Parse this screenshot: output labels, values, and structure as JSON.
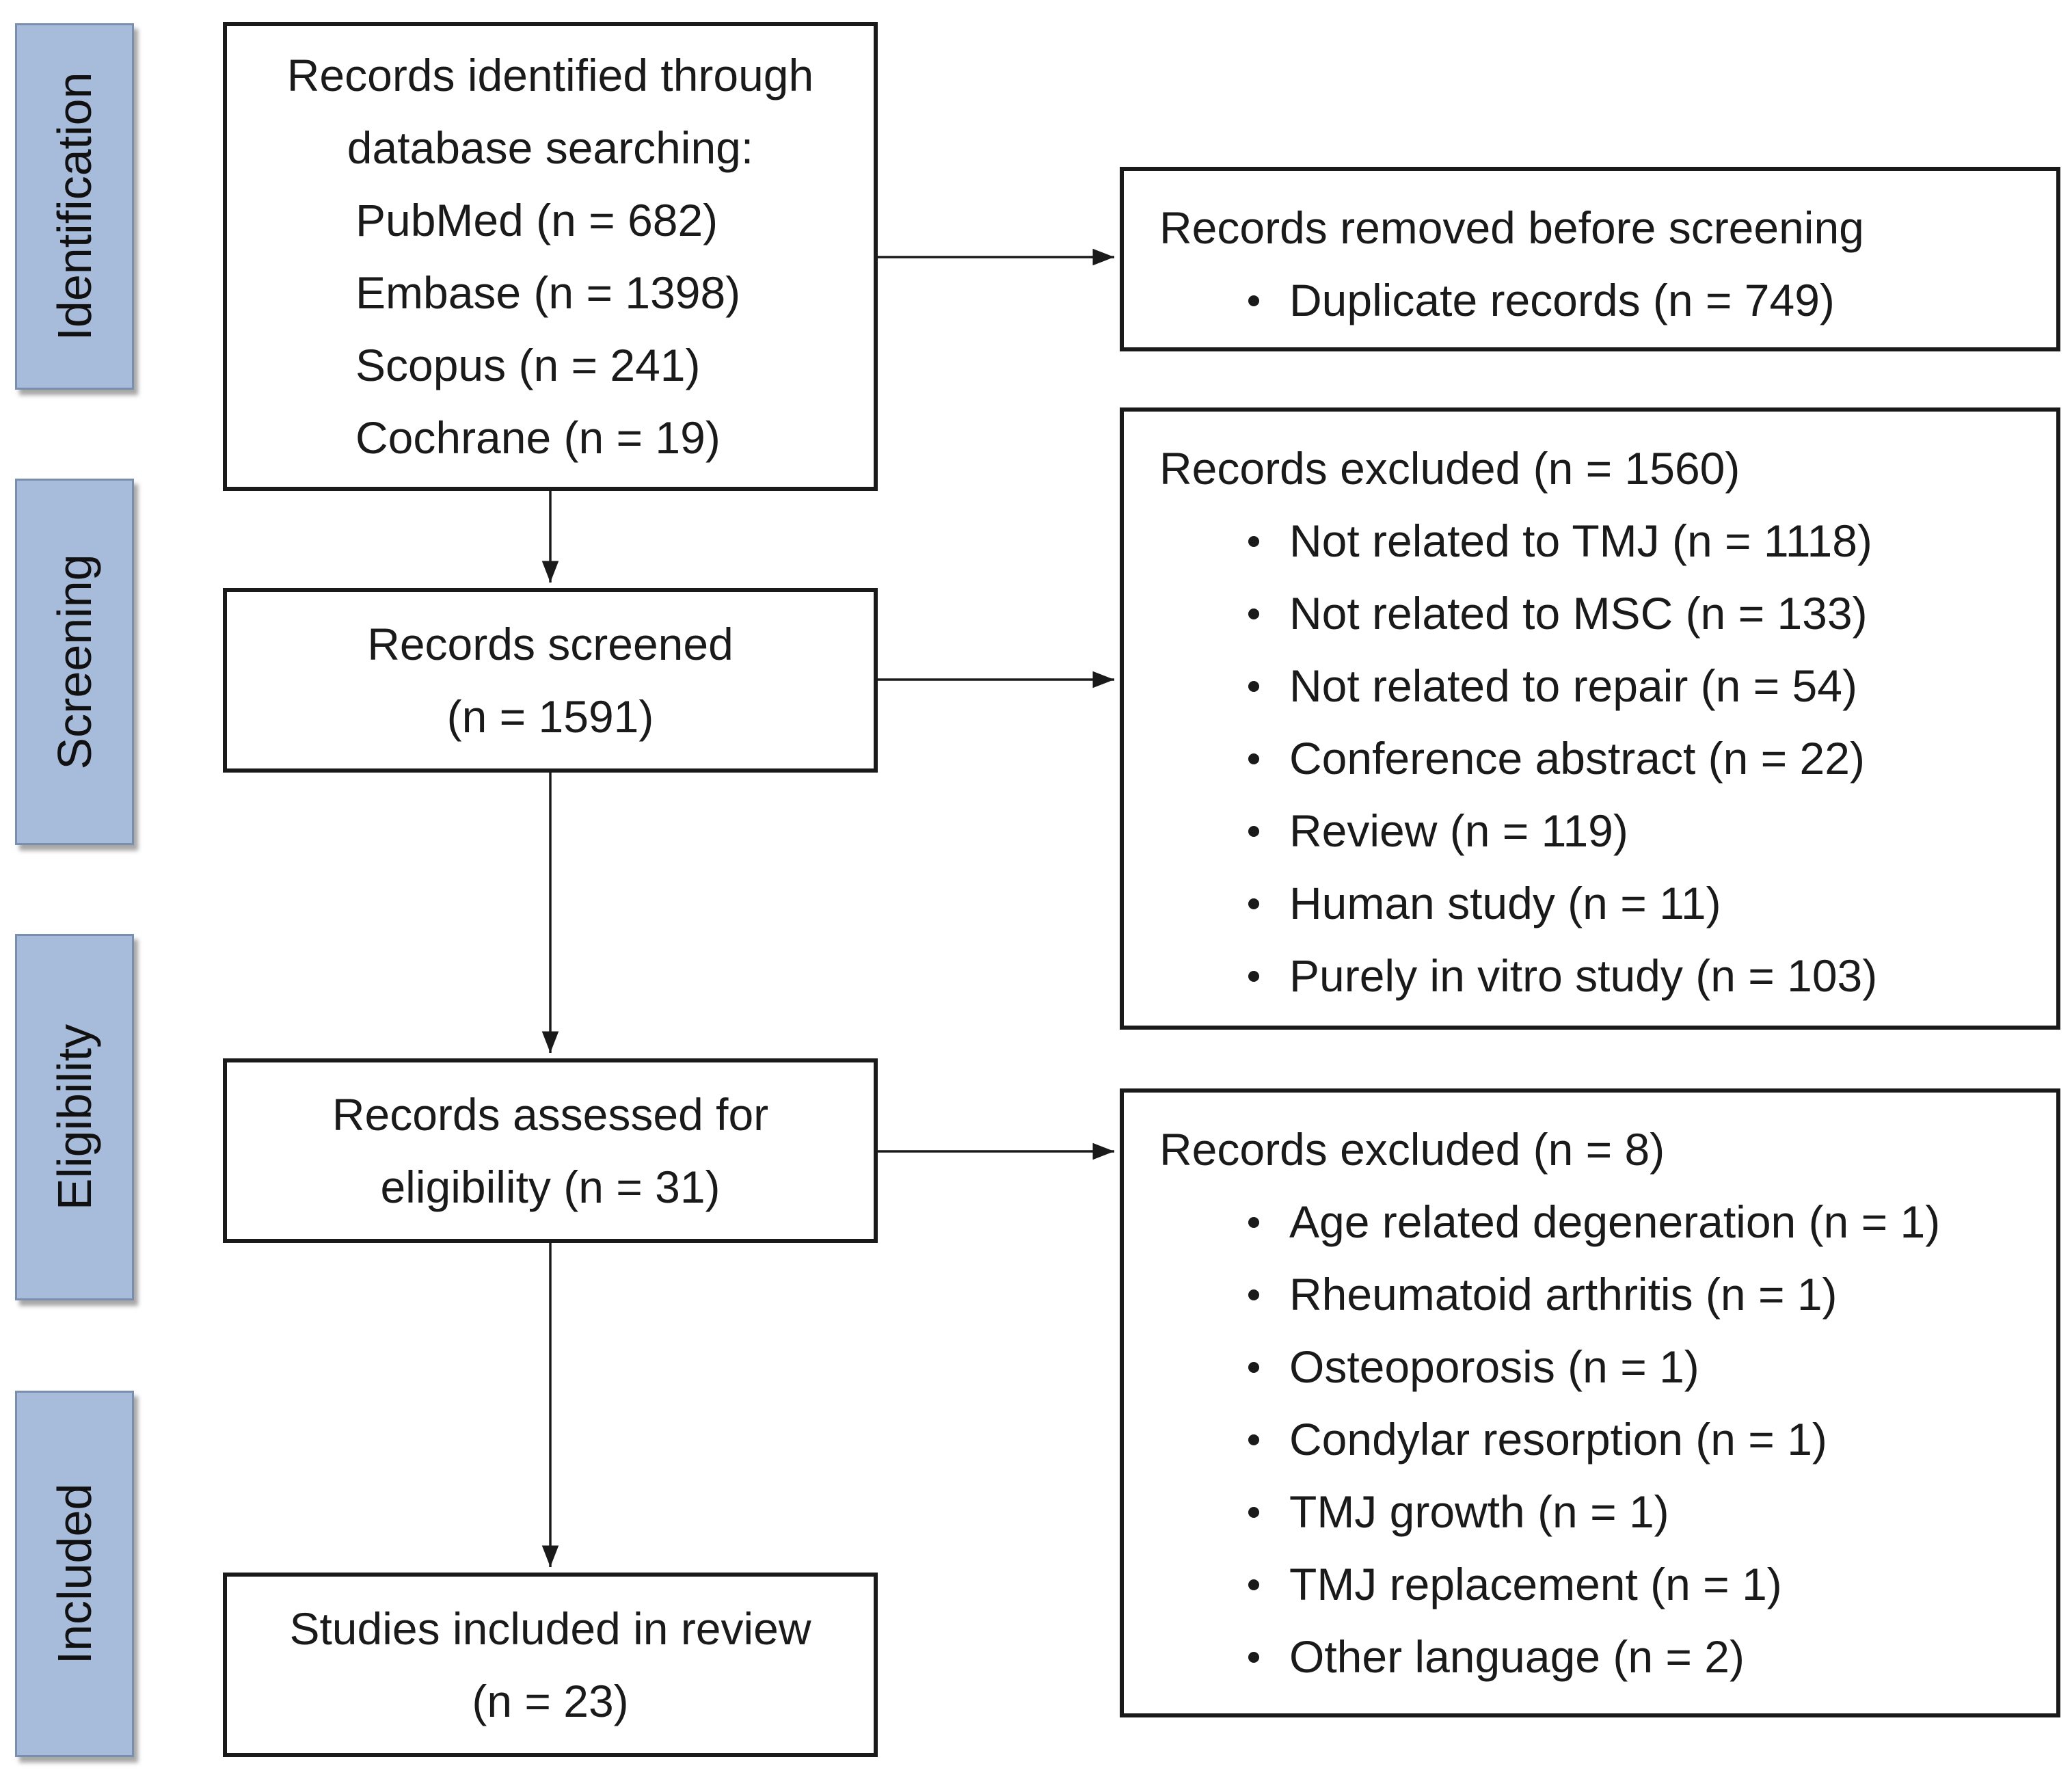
{
  "phases": {
    "identification": "Identification",
    "screening": "Screening",
    "eligibility": "Eligibility",
    "included": "Included"
  },
  "identified": {
    "title_line1": "Records identified through",
    "title_line2": "database searching:",
    "sources": [
      "PubMed (n = 682)",
      "Embase (n = 1398)",
      "Scopus (n = 241)",
      "Cochrane (n = 19)"
    ]
  },
  "removed": {
    "title": "Records removed before screening",
    "items": [
      "Duplicate records (n = 749)"
    ]
  },
  "screened": {
    "line1": "Records screened",
    "line2": "(n = 1591)"
  },
  "excluded_screening": {
    "title": "Records excluded (n = 1560)",
    "items": [
      "Not related to TMJ (n = 1118)",
      "Not related to MSC (n = 133)",
      "Not related to repair (n = 54)",
      "Conference abstract (n = 22)",
      "Review (n = 119)",
      "Human study (n = 11)",
      "Purely in vitro study (n = 103)"
    ]
  },
  "assessed": {
    "line1": "Records assessed for",
    "line2": "eligibility (n = 31)"
  },
  "excluded_eligibility": {
    "title": "Records excluded (n = 8)",
    "items": [
      "Age related degeneration (n = 1)",
      "Rheumatoid arthritis (n = 1)",
      "Osteoporosis (n = 1)",
      "Condylar resorption (n = 1)",
      "TMJ growth (n = 1)",
      "TMJ replacement (n = 1)",
      "Other language (n = 2)"
    ]
  },
  "included": {
    "line1": "Studies included in review",
    "line2": "(n = 23)"
  }
}
